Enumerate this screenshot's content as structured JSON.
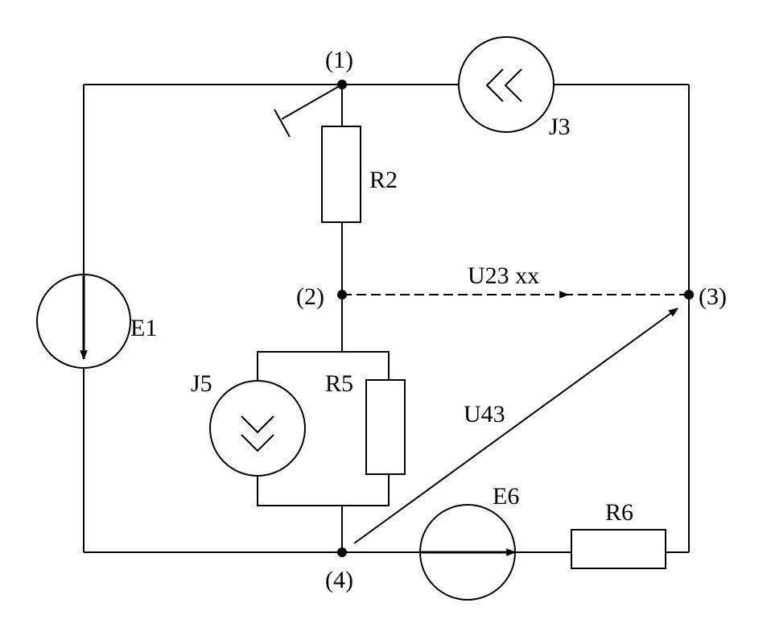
{
  "nodes": [
    {
      "id": "n1",
      "label": "(1)"
    },
    {
      "id": "n2",
      "label": "(2)"
    },
    {
      "id": "n3",
      "label": "(3)"
    },
    {
      "id": "n4",
      "label": "(4)"
    }
  ],
  "components": {
    "E1": "E1",
    "R2": "R2",
    "J3": "J3",
    "J5": "J5",
    "R5": "R5",
    "E6": "E6",
    "R6": "R6"
  },
  "voltages": {
    "u23": "U23 xx",
    "u43": "U43"
  }
}
